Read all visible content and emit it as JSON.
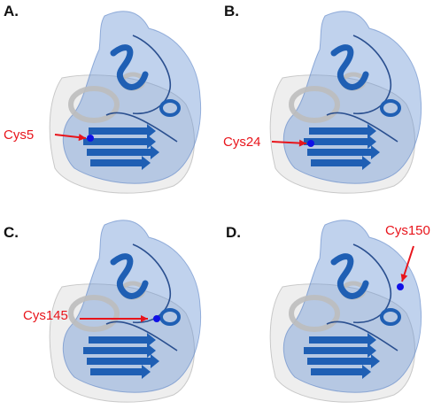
{
  "panels": [
    {
      "letter": "A.",
      "residue": "Cys5"
    },
    {
      "letter": "B.",
      "residue": "Cys24"
    },
    {
      "letter": "C.",
      "residue": "Cys145"
    },
    {
      "letter": "D.",
      "residue": "Cys150"
    }
  ],
  "colors": {
    "ribbon": "#1f5fb4",
    "surface": "#6a93d4",
    "helix_grey": "#bdbdbd",
    "label_red": "#e8141b",
    "site_blue": "#1010e6"
  }
}
